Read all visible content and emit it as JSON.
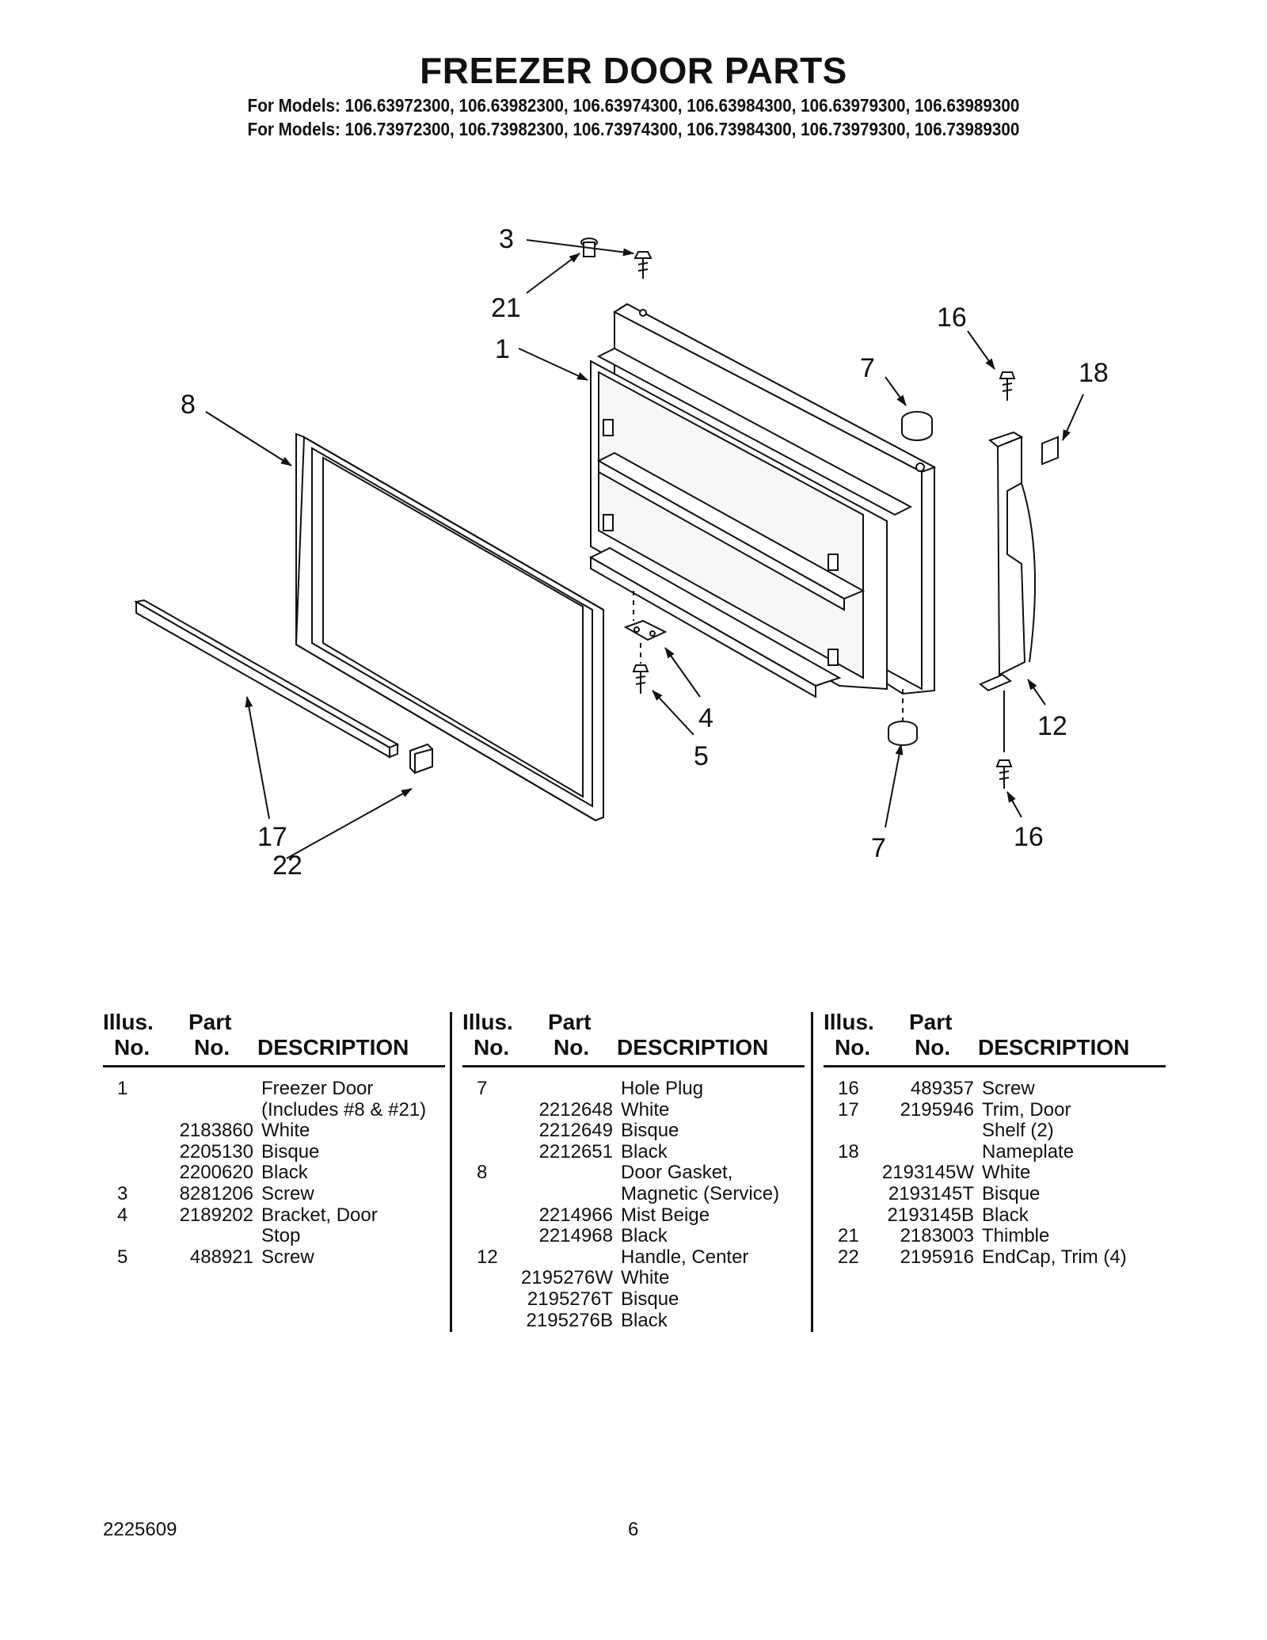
{
  "title": "FREEZER DOOR PARTS",
  "models_line_1": "For Models: 106.63972300, 106.63982300, 106.63974300, 106.63984300, 106.63979300, 106.63989300",
  "models_line_2": "For Models: 106.73972300, 106.73982300, 106.73974300, 106.73984300, 106.73979300, 106.73989300",
  "diagram": {
    "callouts": [
      "3",
      "21",
      "1",
      "16",
      "7",
      "18",
      "8",
      "4",
      "5",
      "12",
      "17",
      "22",
      "7",
      "16"
    ]
  },
  "table": {
    "header": {
      "illus_1": "Illus.",
      "illus_2": "No.",
      "part_1": "Part",
      "part_2": "No.",
      "description": "DESCRIPTION"
    },
    "columns": [
      {
        "rows": [
          {
            "illus": "1",
            "part": "",
            "desc": "Freezer Door"
          },
          {
            "illus": "",
            "part": "",
            "desc": "(Includes #8 & #21)"
          },
          {
            "illus": "",
            "part": "2183860",
            "desc": "White"
          },
          {
            "illus": "",
            "part": "2205130",
            "desc": "Bisque"
          },
          {
            "illus": "",
            "part": "2200620",
            "desc": "Black"
          },
          {
            "illus": "3",
            "part": "8281206",
            "desc": "Screw"
          },
          {
            "illus": "4",
            "part": "2189202",
            "desc": "Bracket, Door"
          },
          {
            "illus": "",
            "part": "",
            "desc": "Stop"
          },
          {
            "illus": "5",
            "part": "488921",
            "desc": "Screw"
          }
        ]
      },
      {
        "rows": [
          {
            "illus": "7",
            "part": "",
            "desc": "Hole Plug"
          },
          {
            "illus": "",
            "part": "2212648",
            "desc": "White"
          },
          {
            "illus": "",
            "part": "2212649",
            "desc": "Bisque"
          },
          {
            "illus": "",
            "part": "2212651",
            "desc": "Black"
          },
          {
            "illus": "8",
            "part": "",
            "desc": "Door Gasket,"
          },
          {
            "illus": "",
            "part": "",
            "desc": "Magnetic (Service)"
          },
          {
            "illus": "",
            "part": "2214966",
            "desc": "Mist Beige"
          },
          {
            "illus": "",
            "part": "2214968",
            "desc": "Black"
          },
          {
            "illus": "12",
            "part": "",
            "desc": "Handle, Center"
          },
          {
            "illus": "",
            "part": "2195276W",
            "desc": "White"
          },
          {
            "illus": "",
            "part": "2195276T",
            "desc": "Bisque"
          },
          {
            "illus": "",
            "part": "2195276B",
            "desc": "Black"
          }
        ]
      },
      {
        "rows": [
          {
            "illus": "16",
            "part": "489357",
            "desc": "Screw"
          },
          {
            "illus": "17",
            "part": "2195946",
            "desc": "Trim, Door"
          },
          {
            "illus": "",
            "part": "",
            "desc": "Shelf (2)"
          },
          {
            "illus": "18",
            "part": "",
            "desc": "Nameplate"
          },
          {
            "illus": "",
            "part": "2193145W",
            "desc": "White"
          },
          {
            "illus": "",
            "part": "2193145T",
            "desc": "Bisque"
          },
          {
            "illus": "",
            "part": "2193145B",
            "desc": "Black"
          },
          {
            "illus": "21",
            "part": "2183003",
            "desc": "Thimble"
          },
          {
            "illus": "22",
            "part": "2195916",
            "desc": "EndCap, Trim (4)"
          }
        ]
      }
    ]
  },
  "footer": {
    "doc_number": "2225609",
    "page_number": "6"
  }
}
